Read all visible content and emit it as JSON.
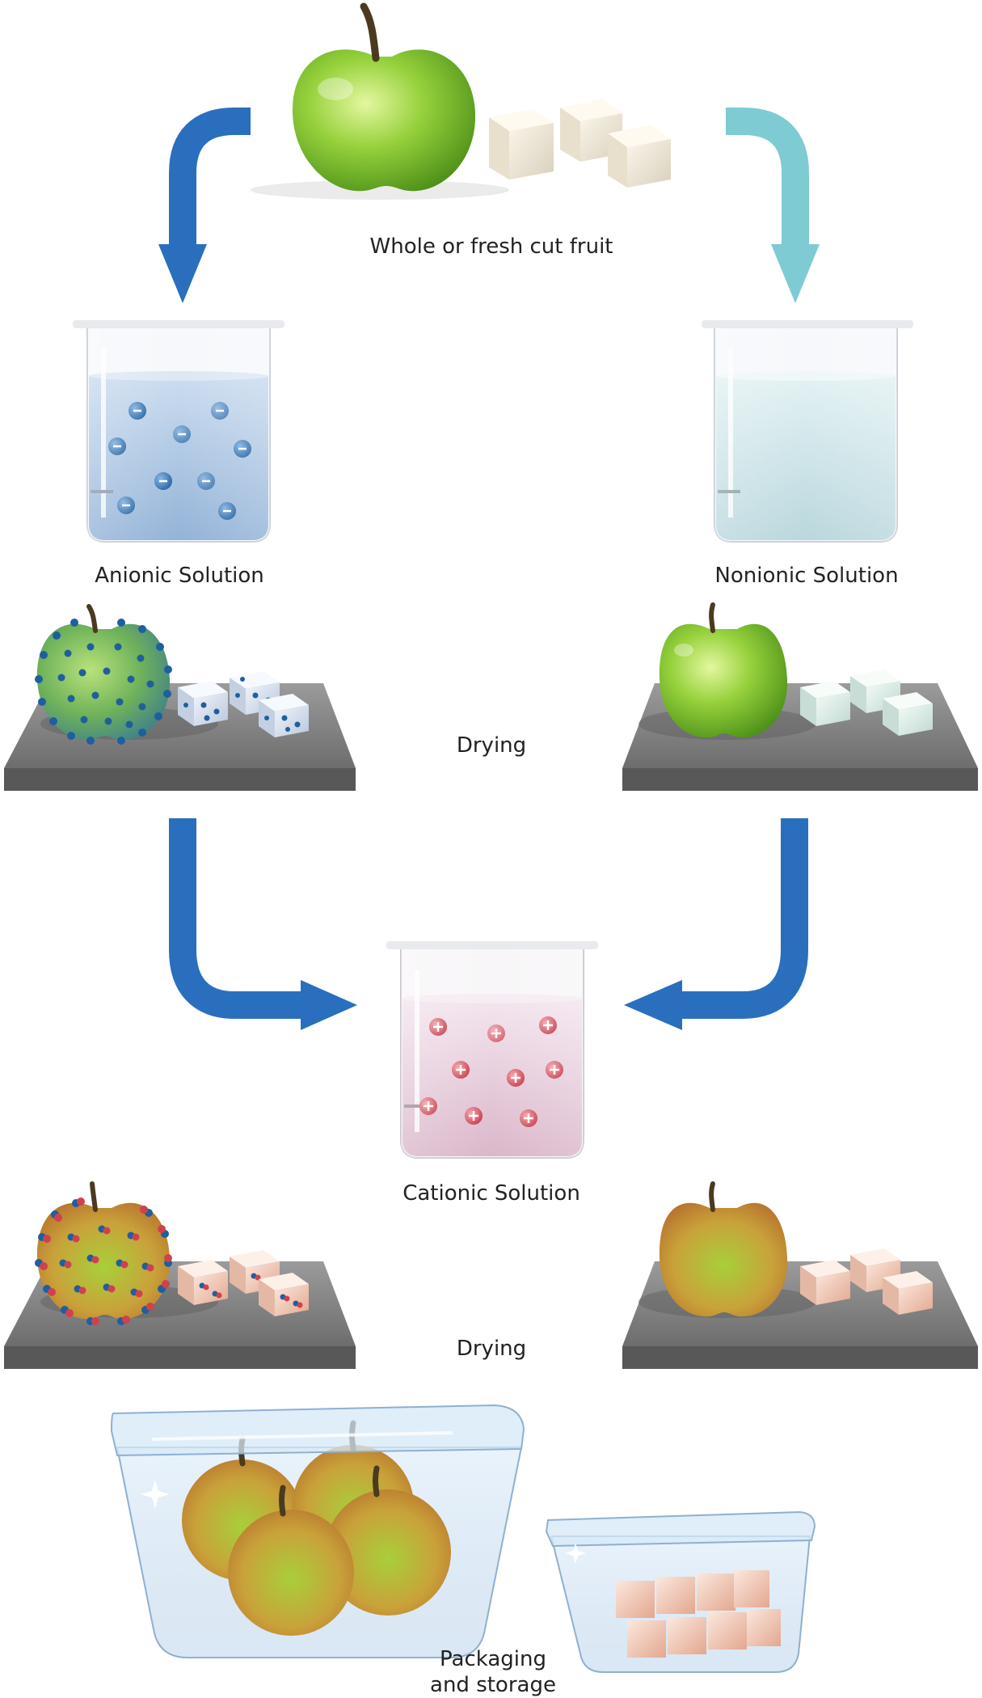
{
  "labels": {
    "fruit": "Whole or fresh cut fruit",
    "anionic": "Anionic Solution",
    "nonionic": "Nonionic Solution",
    "drying_1": "Drying",
    "cationic": "Cationic Solution",
    "drying_2": "Drying",
    "packaging_line1": "Packaging",
    "packaging_line2": "and storage"
  },
  "colors": {
    "arrow_dark": "#2a6fbd",
    "arrow_light": "#7ecbd3",
    "apple_green": "#8fcf3a",
    "apple_ripe": "#d49a3a",
    "anionic_liquid": "#aec6e2",
    "nonionic_liquid": "#cfe6ea",
    "cationic_liquid": "#ecd4e2",
    "anion_particle": "#1f5f9e",
    "cation_particle": "#d0414f",
    "table": "#7a7a7a"
  },
  "icons": [
    "apple-icon",
    "fruit-cube-icon",
    "beaker-icon",
    "arrow-icon",
    "container-icon"
  ]
}
